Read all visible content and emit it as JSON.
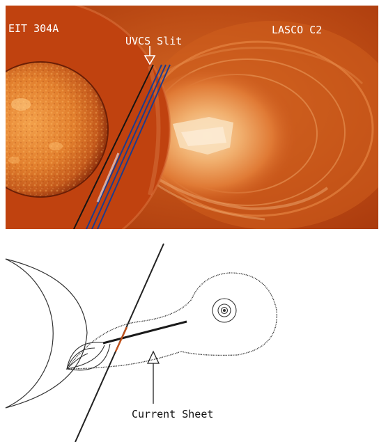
{
  "top_panel": {
    "left_instrument": "EIT 304A",
    "right_instrument": "LASCO C2",
    "slit_label": "UVCS Slit",
    "colors": {
      "background": "#b53a0b",
      "occulter": "#c0420f",
      "sun_core": "#ea8e35",
      "sun_limb": "#a8380e",
      "cme_bright": "#f7d4a8",
      "slit_blue": "#1d3c8c"
    }
  },
  "bottom_panel": {
    "annotation": "Current Sheet",
    "colors": {
      "line": "#222222",
      "loops": "#333333",
      "highlight": "#c0501a"
    }
  }
}
